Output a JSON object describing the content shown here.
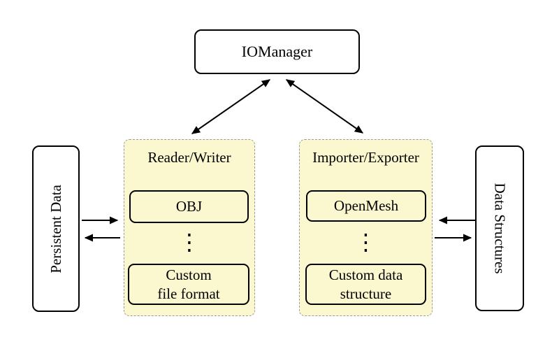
{
  "colors": {
    "background": "#ffffff",
    "group_fill": "#fbf7ce",
    "group_border": "#9b9b9b",
    "node_fill": "#ffffff",
    "line": "#000000",
    "text": "#000000"
  },
  "nodes": {
    "io_manager": {
      "label": "IOManager"
    },
    "persistent_data": {
      "label": "Persistent Data"
    },
    "data_structures": {
      "label": "Data Structures"
    }
  },
  "groups": {
    "reader_writer": {
      "label": "Reader/Writer",
      "top_item": "OBJ",
      "ellipsis": "⋮",
      "bottom_item": "Custom\nfile format"
    },
    "importer_exporter": {
      "label": "Importer/Exporter",
      "top_item": "OpenMesh",
      "ellipsis": "⋮",
      "bottom_item": "Custom data\nstructure"
    }
  },
  "edges": [
    {
      "from": "io_manager",
      "to": "reader_writer",
      "direction": "bidirectional"
    },
    {
      "from": "io_manager",
      "to": "importer_exporter",
      "direction": "bidirectional"
    },
    {
      "from": "persistent_data",
      "to": "reader_writer",
      "direction": "forward"
    },
    {
      "from": "reader_writer",
      "to": "persistent_data",
      "direction": "forward"
    },
    {
      "from": "data_structures",
      "to": "importer_exporter",
      "direction": "forward"
    },
    {
      "from": "importer_exporter",
      "to": "data_structures",
      "direction": "forward"
    }
  ]
}
